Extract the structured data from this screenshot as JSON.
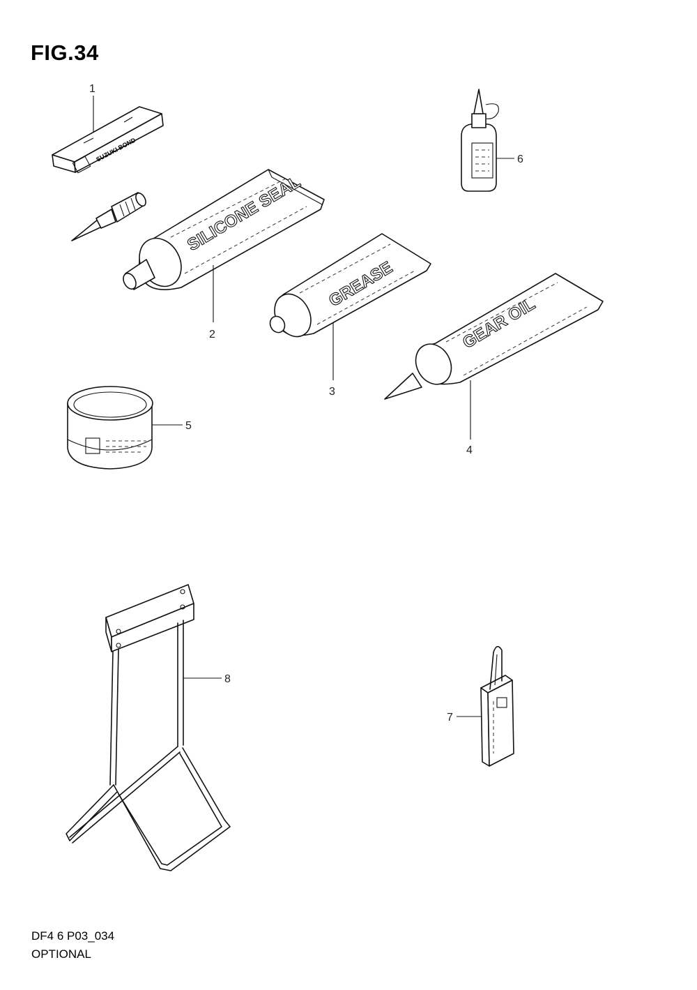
{
  "figure": {
    "title": "FIG.34",
    "code": "DF4 6 P03_034",
    "label": "OPTIONAL"
  },
  "parts": [
    {
      "callout": "1",
      "print": "SUZUKI BOND"
    },
    {
      "callout": "2",
      "print": "SILICONE SEAL"
    },
    {
      "callout": "3",
      "print": "GREASE"
    },
    {
      "callout": "4",
      "print": "GEAR OIL"
    },
    {
      "callout": "5"
    },
    {
      "callout": "6"
    },
    {
      "callout": "7"
    },
    {
      "callout": "8"
    }
  ]
}
